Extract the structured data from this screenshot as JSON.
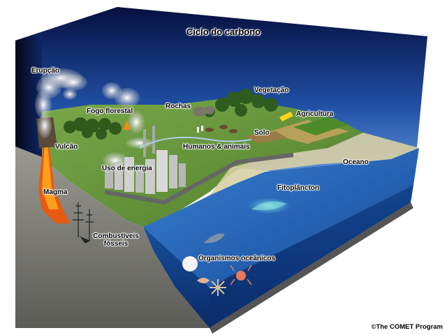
{
  "title": "Ciclo do carbono",
  "credit": "©The COMET Program",
  "labels": {
    "eruption": "Erupção",
    "forest_fire": "Fogo florestal",
    "rocks": "Rochas",
    "vegetation": "Vegetação",
    "agriculture": "Agricultura",
    "soil": "Solo",
    "volcano": "Vulcão",
    "humans_animals": "Humanos & animais",
    "energy_use": "Uso de energia",
    "ocean": "Oceano",
    "magma": "Magma",
    "phytoplankton": "Fitoplâncton",
    "fossil_fuels": "Combustíveis fósseis",
    "ocean_organisms": "Organismos oceânicos"
  },
  "colors": {
    "sky_top": "#0a1a5a",
    "sky_bottom": "#4a86d6",
    "land": "#6c9a3a",
    "ocean": "#1e5aa8",
    "deep_ocean": "#0e3a7a",
    "ground_side": "#8a8a80",
    "magma": "#e85a10"
  }
}
